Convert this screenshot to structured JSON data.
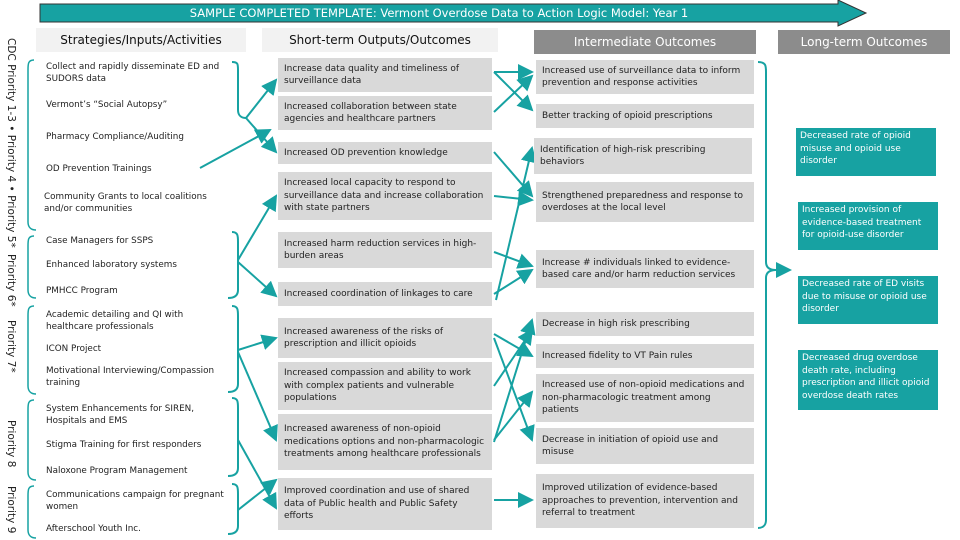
{
  "title": "SAMPLE COMPLETED TEMPLATE:  Vermont Overdose Data to Action Logic Model: Year 1",
  "headers": {
    "strategies": "Strategies/Inputs/Activities",
    "short_term": "Short-term Outputs/Outcomes",
    "intermediate": "Intermediate Outcomes",
    "long_term": "Long-term Outcomes"
  },
  "priority_labels": [
    "CDC Priority 1-3 • Priority 4 • Priority 5*",
    "Priority 6*",
    "Priority 7*",
    "Priority 8",
    "Priority 9"
  ],
  "strategies": [
    "Collect and rapidly disseminate ED and SUDORS data",
    "Vermont’s “Social Autopsy”",
    "Pharmacy Compliance/Auditing",
    "OD Prevention Trainings",
    "Community Grants to local coalitions and/or communities",
    "Case Managers for SSPS",
    "Enhanced laboratory systems",
    "PMHCC Program",
    "Academic detailing and QI with healthcare professionals",
    "ICON Project",
    "Motivational Interviewing/Compassion training",
    "System Enhancements for SIREN, Hospitals and EMS",
    "Stigma Training for first responders",
    "Naloxone Program Management",
    "Communications campaign for pregnant women",
    "Afterschool Youth Inc."
  ],
  "short_term": [
    "Increase data quality and timeliness of surveillance data",
    "Increased collaboration between state agencies and healthcare partners",
    "Increased OD prevention knowledge",
    "Increased local capacity to respond to surveillance data and increase collaboration with state partners",
    "Increased harm reduction services in high-burden areas",
    "Increased coordination of linkages to care",
    "Increased awareness of the risks of prescription and illicit opioids",
    "Increased compassion and ability to work with complex patients and vulnerable populations",
    "Increased awareness of non-opioid medications options and non-pharmacologic treatments among healthcare professionals",
    "Improved coordination and use of shared data of Public health and Public Safety efforts"
  ],
  "intermediate": [
    "Increased use of surveillance  data to inform prevention and response activities",
    "Better tracking of opioid prescriptions",
    "Identification of high-risk prescribing behaviors",
    "Strengthened preparedness and response to overdoses at the local level",
    "Increase # individuals linked to evidence-based care and/or harm reduction services",
    "Decrease in high risk prescribing",
    "Increased fidelity to VT Pain rules",
    "Increased use of non-opioid medications and non-pharmacologic treatment among patients",
    "Decrease in initiation of opioid use and misuse",
    "Improved utilization of evidence-based approaches to prevention, intervention and referral to treatment"
  ],
  "long_term": [
    "Decreased rate of opioid misuse and opioid use disorder",
    "Increased provision of evidence-based treatment for opioid-use disorder",
    "Decreased rate of ED visits due to misuse or opioid use disorder",
    "Decreased drug overdose death rate, including prescription and illicit opioid overdose death rates"
  ],
  "colors": {
    "accent": "#17a2a2",
    "box": "#d9d9d9",
    "header_dark": "#8c8c8c",
    "header_light": "#f2f2f2"
  }
}
